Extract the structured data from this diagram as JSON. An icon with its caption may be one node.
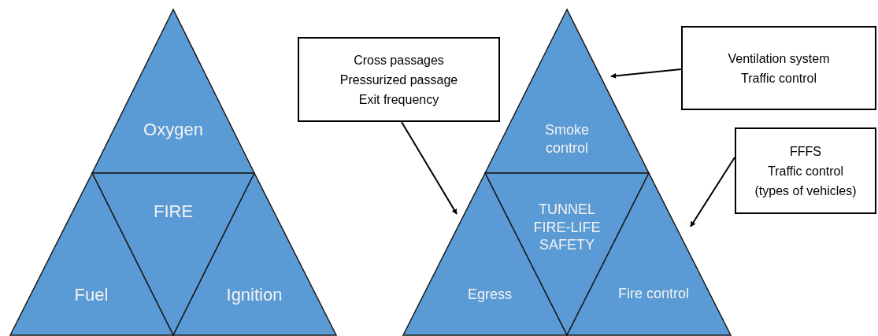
{
  "diagram": {
    "nodes": [
      {
        "text": [
          "Oxygen"
        ]
      },
      {
        "text": [
          "FIRE"
        ]
      },
      {
        "text": [
          "Fuel"
        ]
      },
      {
        "text": [
          "Ignition"
        ]
      },
      {
        "text": [
          "Smoke control"
        ]
      },
      {
        "text": [
          "TUNNEL FIRE-LIFE SAFETY"
        ]
      },
      {
        "text": [
          "Egress"
        ]
      },
      {
        "text": [
          "Fire control"
        ]
      },
      {
        "text": [
          "Cross passages",
          "Pressurized passage",
          "Exit frequency"
        ]
      },
      {
        "text": [
          "Ventilation system",
          "Traffic control"
        ]
      },
      {
        "text": [
          "FFFS",
          "Traffic control",
          "(types of vehicles)"
        ]
      }
    ],
    "edges": [
      {
        "from": 8,
        "to": 6,
        "arrow": "to"
      },
      {
        "from": 9,
        "to": 4,
        "arrow": "to"
      },
      {
        "from": 10,
        "to": 7,
        "arrow": "to"
      }
    ]
  }
}
